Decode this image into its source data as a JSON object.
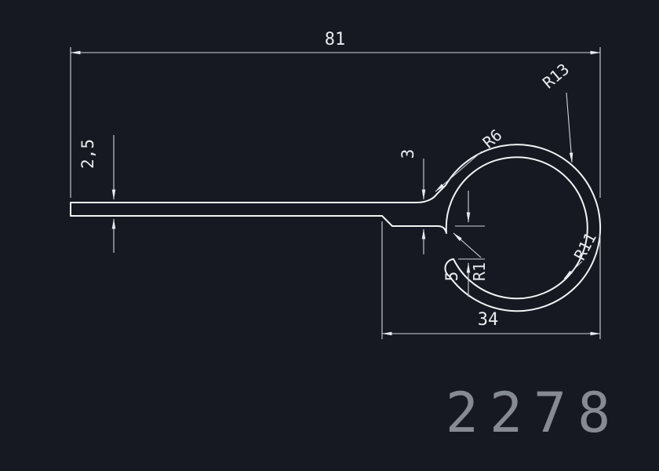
{
  "colors": {
    "background": "#161922",
    "geometry": "#f2f3f5",
    "dimension_lines": "#cfd4db",
    "dimension_text": "#e9ebef",
    "part_number": "#8d919a"
  },
  "title_block": {
    "part_number": "2278"
  },
  "dimensions": {
    "overall_width": "81",
    "flange_thickness": "2,5",
    "web_thickness": "3",
    "slot_opening": "5",
    "channel_width": "34"
  },
  "radii": {
    "neck_fillet": "R6",
    "outer_radius": "R13",
    "inner_radius": "R11",
    "lip_fillet": "R1"
  }
}
